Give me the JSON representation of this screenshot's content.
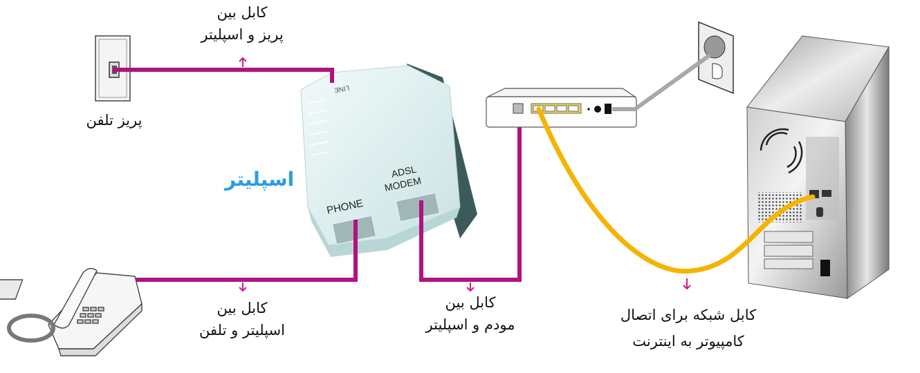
{
  "colors": {
    "phone_cable": "#b0127f",
    "network_cable": "#f5b400",
    "power_cable": "#a8a8a8",
    "arrow": "#d0168a",
    "splitter_title": "#2a9de0",
    "splitter_body": "#e3f1f1"
  },
  "labels": {
    "wall_jack": "پریز تلفن",
    "splitter": "اسپلیتر",
    "cable_jack_splitter": {
      "line1": "کابل بین",
      "line2": "پریز و اسپلیتر"
    },
    "cable_splitter_phone": {
      "line1": "کابل بین",
      "line2": "اسپلیتر و تلفن"
    },
    "cable_modem_splitter": {
      "line1": "کابل بین",
      "line2": "مودم و اسپلیتر"
    },
    "cable_network": {
      "line1": "کابل شبکه برای اتصال",
      "line2": "کامپیوتر به اینترنت"
    }
  },
  "device_text": {
    "splitter_line_port": "LINE",
    "splitter_phone_port": "PHONE",
    "splitter_modem_port_line1": "ADSL",
    "splitter_modem_port_line2": "MODEM"
  },
  "components": [
    "wall-phone-jack",
    "adsl-splitter",
    "telephone",
    "adsl-modem-router",
    "power-outlet",
    "desktop-computer"
  ]
}
